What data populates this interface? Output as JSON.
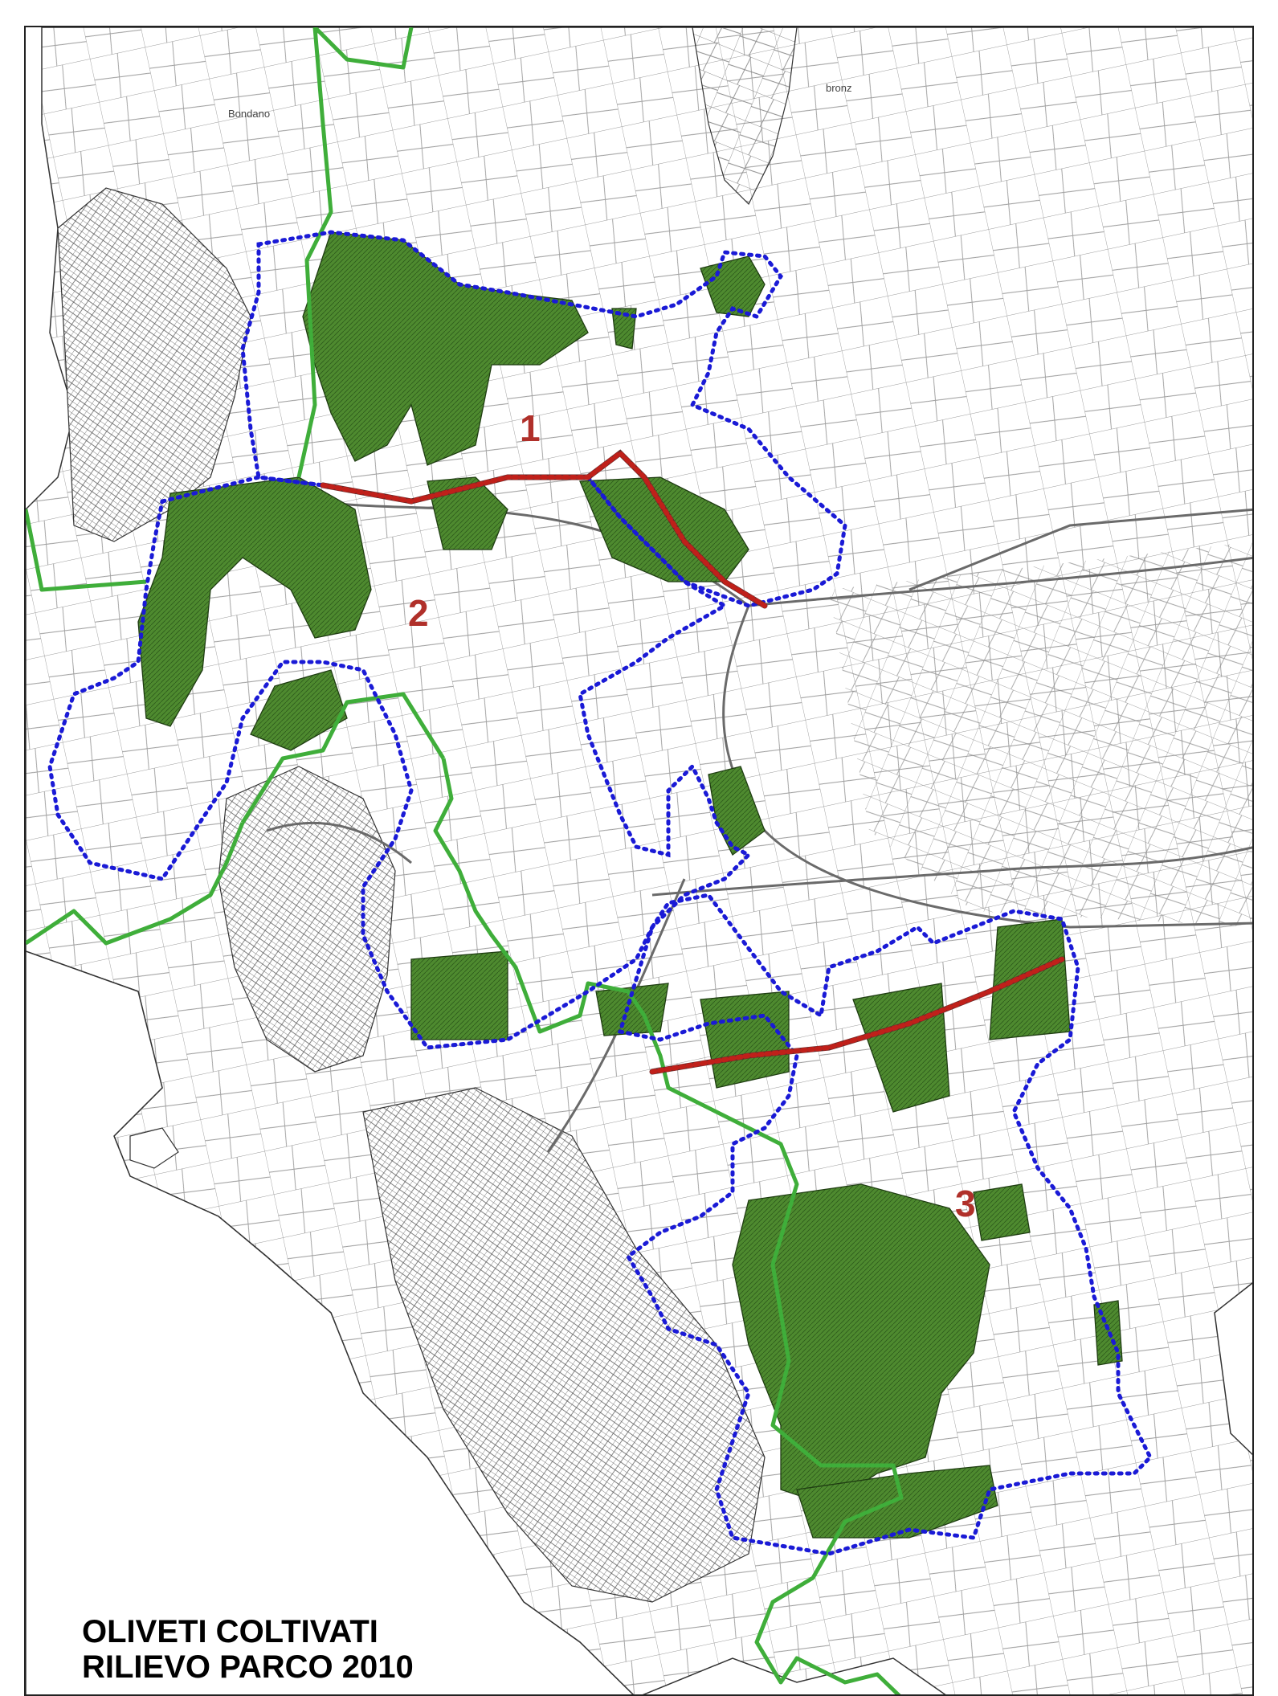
{
  "title": {
    "line1": "OLIVETI COLTIVATI",
    "line2": "RILIEVO PARCO 2010"
  },
  "zones": [
    {
      "id": "zone-1",
      "label": "1"
    },
    {
      "id": "zone-2",
      "label": "2"
    },
    {
      "id": "zone-3",
      "label": "3"
    }
  ],
  "place_names": [
    {
      "id": "bondano",
      "label": "Bondano"
    },
    {
      "id": "bronz",
      "label": "bronz"
    }
  ],
  "colors": {
    "olive_fill": "#4e8a2f",
    "olive_stroke": "#1f3d12",
    "boundary_blue": "#1a1ad6",
    "boundary_red_dots": "#c0201a",
    "park_green_line": "#3fae3a",
    "parcel_line": "#555555",
    "road_line": "#777777",
    "zone_label": "#b0302a"
  }
}
